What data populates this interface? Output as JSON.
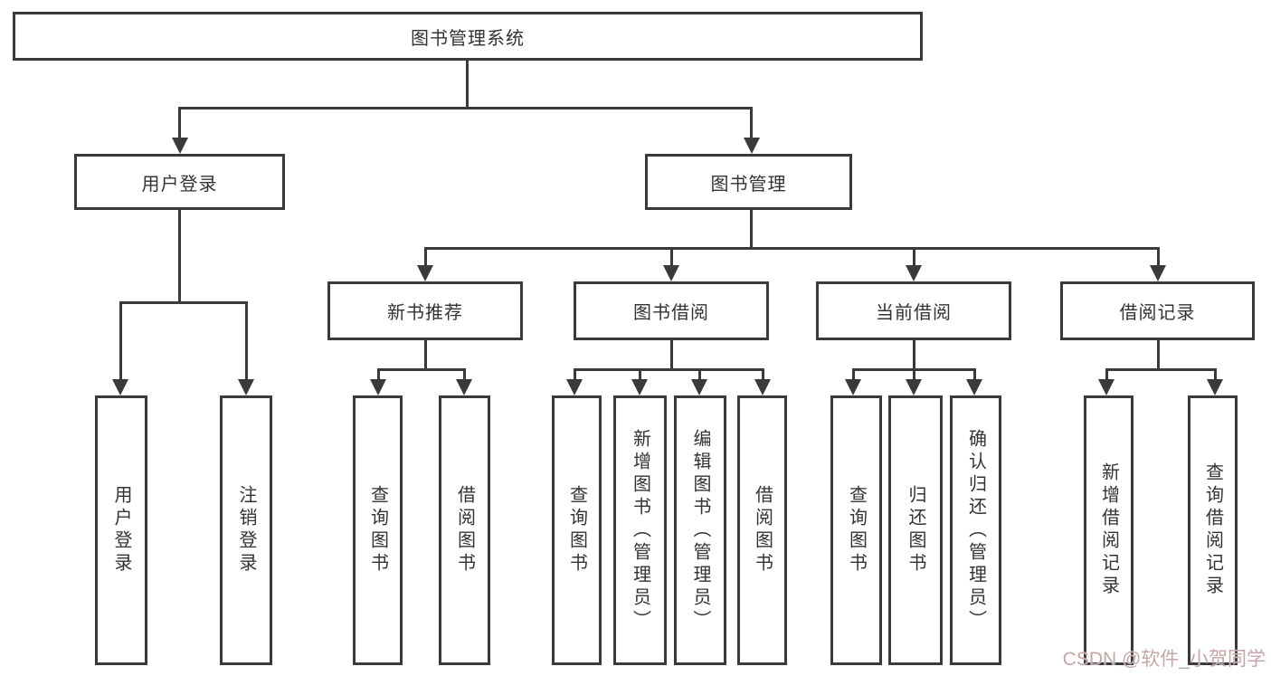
{
  "diagram": {
    "title": "图书管理系统",
    "level2": {
      "user_login": "用户登录",
      "book_mgmt": "图书管理"
    },
    "level3": {
      "new_book": "新书推荐",
      "book_borrow": "图书借阅",
      "current_borrow": "当前借阅",
      "borrow_record": "借阅记录"
    },
    "leaves": {
      "user": [
        "用户登录",
        "注销登录"
      ],
      "new_book": [
        "查询图书",
        "借阅图书"
      ],
      "book_borrow": [
        "查询图书",
        "新增图书（管理员）",
        "编辑图书（管理员）",
        "借阅图书"
      ],
      "current_borrow": [
        "查询图书",
        "归还图书",
        "确认归还（管理员）"
      ],
      "borrow_record": [
        "新增借阅记录",
        "查询借阅记录"
      ]
    }
  },
  "watermark": "CSDN @软件_小贺同学",
  "colors": {
    "line": "#3a3a3a",
    "text": "#333333",
    "background": "#ffffff",
    "watermark": "#c4a6a6"
  }
}
